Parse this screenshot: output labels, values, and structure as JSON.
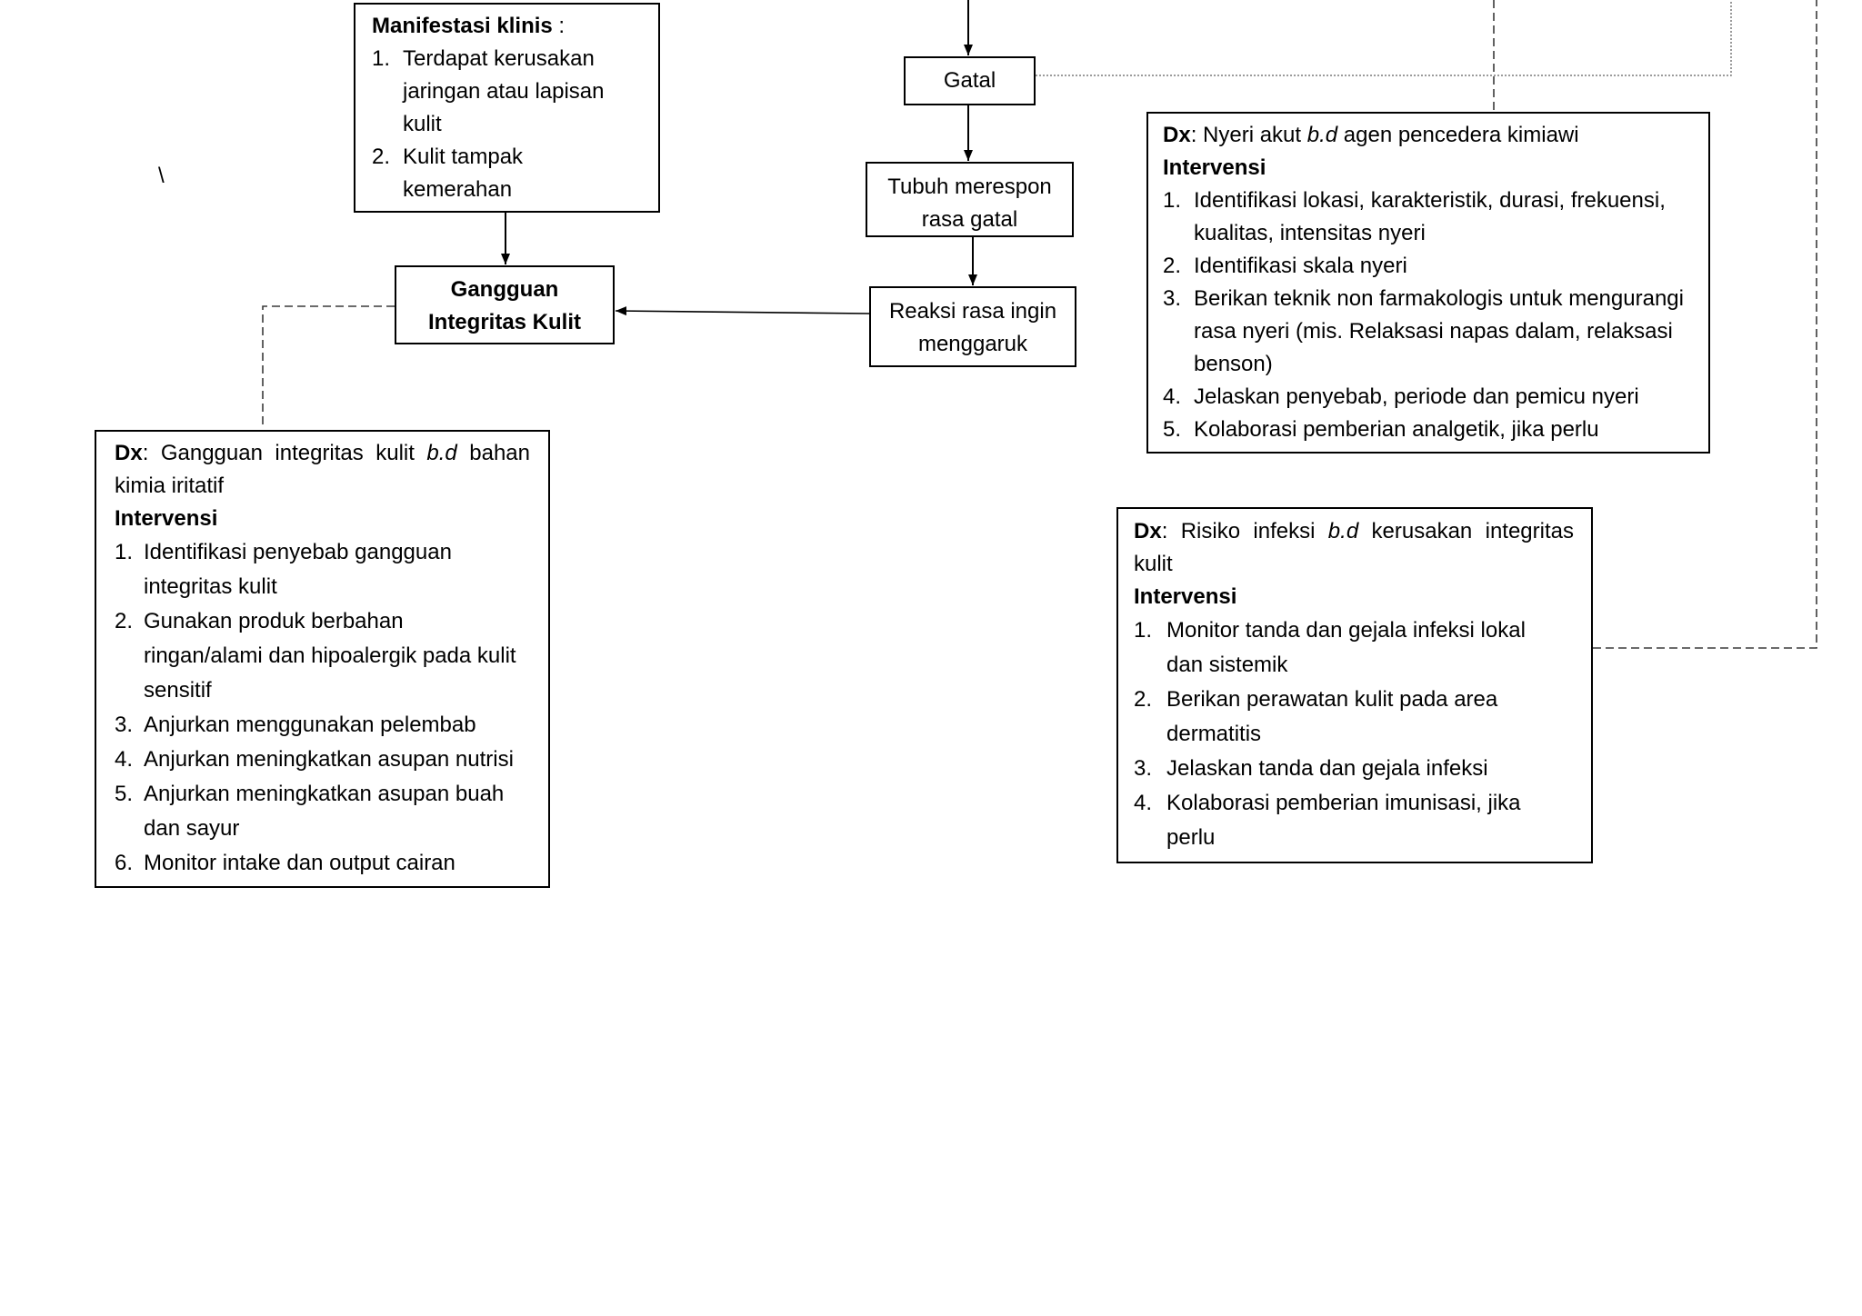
{
  "colors": {
    "line": "#000000",
    "connector_dotted": "#7a7a7a",
    "connector_dashed": "#3a3a3a",
    "background": "#ffffff"
  },
  "stray_mark": "\\",
  "manifestasi": {
    "title": "Manifestasi klinis",
    "title_suffix": " :",
    "items": [
      {
        "num": "1.",
        "text": "Terdapat kerusakan jaringan atau lapisan kulit"
      },
      {
        "num": "2.",
        "text": "Kulit tampak kemerahan"
      }
    ]
  },
  "nodes": {
    "gatal": "Gatal",
    "tubuh": "Tubuh merespon rasa gatal",
    "reaksi": "Reaksi rasa ingin menggaruk",
    "gangguan": "Gangguan Integritas Kulit"
  },
  "dx_integritas": {
    "dx_label": "Dx",
    "statement_pre": ": Gangguan integritas kulit ",
    "statement_italic": "b.d",
    "statement_post": " bahan kimia iritatif",
    "intervensi_label": "Intervensi",
    "interventions": [
      {
        "num": "1.",
        "text": "Identifikasi penyebab gangguan integritas kulit"
      },
      {
        "num": "2.",
        "text": "Gunakan produk berbahan ringan/alami dan hipoalergik pada kulit sensitif"
      },
      {
        "num": "3.",
        "text": "Anjurkan menggunakan pelembab"
      },
      {
        "num": "4.",
        "text": "Anjurkan meningkatkan asupan nutrisi"
      },
      {
        "num": "5.",
        "text": "Anjurkan meningkatkan asupan buah dan sayur"
      },
      {
        "num": "6.",
        "text": "Monitor intake dan output cairan"
      }
    ]
  },
  "dx_nyeri": {
    "dx_label": "Dx",
    "statement_pre": ": Nyeri akut ",
    "statement_italic": "b.d",
    "statement_post": " agen pencedera kimiawi",
    "intervensi_label": "Intervensi",
    "interventions": [
      {
        "num": "1.",
        "text": "Identifikasi lokasi, karakteristik, durasi, frekuensi, kualitas, intensitas nyeri"
      },
      {
        "num": "2.",
        "text": "Identifikasi skala nyeri"
      },
      {
        "num": "3.",
        "text": "Berikan teknik non farmakologis untuk mengurangi rasa nyeri (mis. Relaksasi napas dalam, relaksasi benson)"
      },
      {
        "num": "4.",
        "text": "Jelaskan penyebab, periode dan pemicu nyeri"
      },
      {
        "num": "5.",
        "text": "Kolaborasi pemberian analgetik, jika perlu"
      }
    ]
  },
  "dx_infeksi": {
    "dx_label": "Dx",
    "statement_pre": ": Risiko infeksi ",
    "statement_italic": "b.d",
    "statement_post": " kerusakan integritas kulit",
    "intervensi_label": "Intervensi",
    "interventions": [
      {
        "num": "1.",
        "text": "Monitor tanda dan gejala infeksi lokal dan sistemik"
      },
      {
        "num": "2.",
        "text": "Berikan perawatan kulit pada area dermatitis"
      },
      {
        "num": "3.",
        "text": "Jelaskan tanda dan gejala infeksi"
      },
      {
        "num": "4.",
        "text": "Kolaborasi pemberian imunisasi, jika perlu"
      }
    ]
  }
}
